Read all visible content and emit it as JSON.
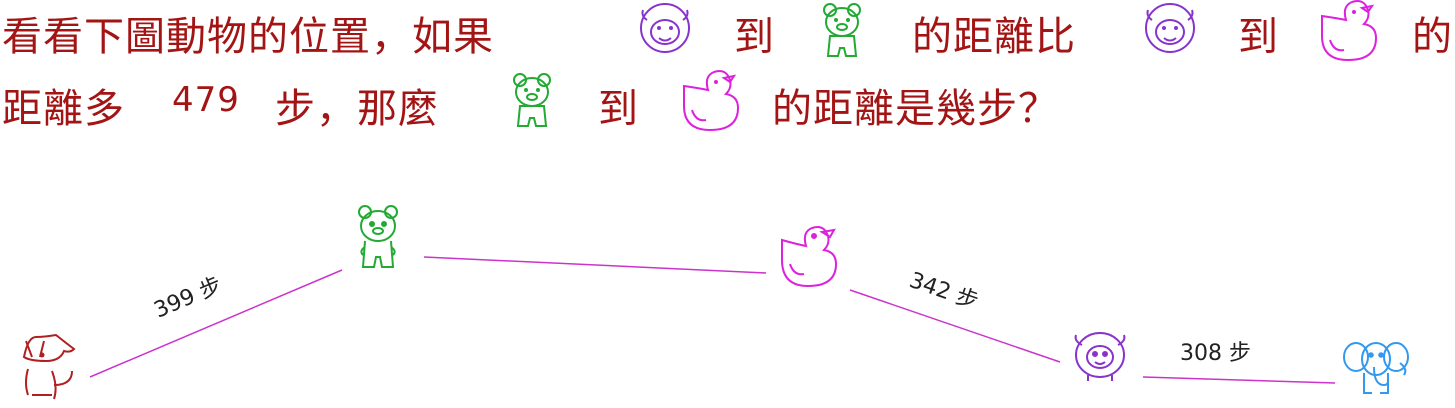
{
  "question": {
    "line1": {
      "p1": "看看下圖動物的位置，如果",
      "p2": "到",
      "p3": "的距離比",
      "p4": "到",
      "p5": "的"
    },
    "line2": {
      "p1": "距離多",
      "num": "479",
      "p2": "步，那麼",
      "p3": "到",
      "p4": "的距離是幾步？"
    }
  },
  "diagram": {
    "animals": [
      "fox-icon",
      "bear-icon",
      "duck-icon",
      "sheep-icon",
      "elephant-icon"
    ],
    "edges": [
      {
        "from": "fox",
        "to": "bear",
        "label": "399 步"
      },
      {
        "from": "bear",
        "to": "duck",
        "label": ""
      },
      {
        "from": "duck",
        "to": "sheep",
        "label": "342 步"
      },
      {
        "from": "sheep",
        "to": "elephant",
        "label": "308 步"
      }
    ]
  },
  "colors": {
    "text": "#a31515",
    "line": "#cc33cc",
    "fox": "#b02020",
    "bear": "#22aa33",
    "duck": "#dd22dd",
    "sheep": "#8833cc",
    "elephant": "#3399ee"
  }
}
